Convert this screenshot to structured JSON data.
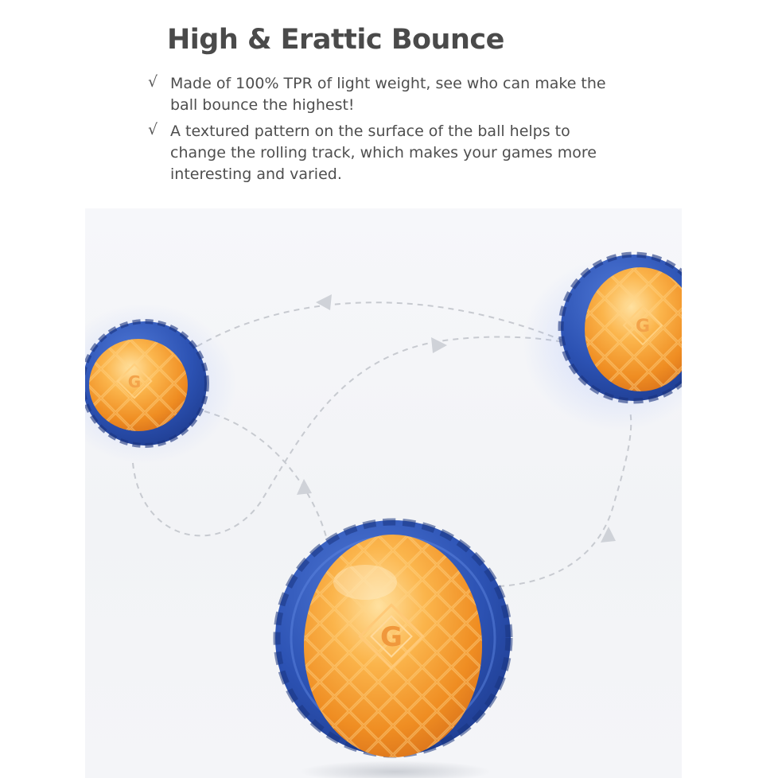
{
  "heading": {
    "title": "High & Erattic Bounce"
  },
  "features": [
    {
      "mark": "√",
      "text": "Made of 100% TPR of light weight, see who can make the ball bounce the highest!"
    },
    {
      "mark": "√",
      "text": "A textured pattern on the surface of the ball  helps to change the rolling track, which makes your games more interesting and varied."
    }
  ],
  "image": {
    "subject": "three orange-and-blue textured rubber dog balls bouncing along dashed arrow trajectories",
    "ball_logo": "G",
    "colors": {
      "ball_core": "#f5a33a",
      "ball_shell": "#2f55b5",
      "path": "#c9ccd2",
      "title": "#4a4a4a",
      "text": "#4e4e4e"
    }
  }
}
